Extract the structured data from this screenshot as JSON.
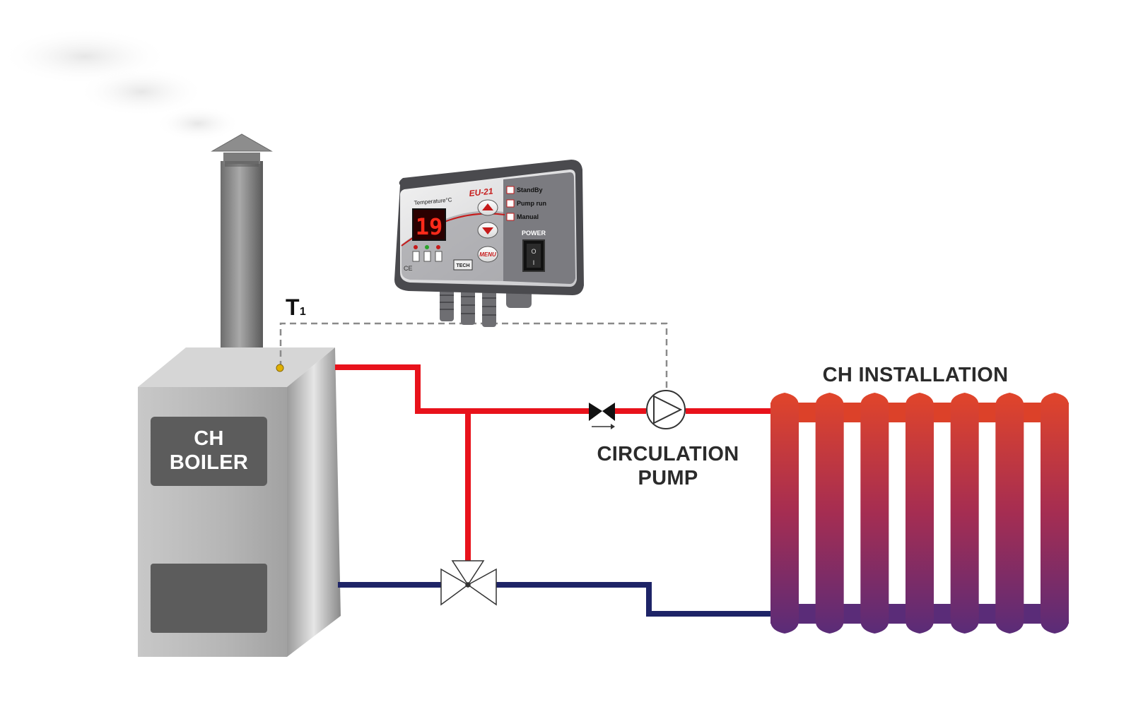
{
  "boiler": {
    "label_line1": "CH",
    "label_line2": "BOILER"
  },
  "sensor": {
    "label": "T",
    "subscript": "1"
  },
  "pump": {
    "label_line1": "CIRCULATION",
    "label_line2": "PUMP"
  },
  "radiator": {
    "label": "CH INSTALLATION"
  },
  "controller": {
    "brand": "EU-21",
    "temperature_label": "Temperature°C",
    "display_value": "19",
    "menu_label": "MENU",
    "standby_label": "StandBy",
    "pump_run_label": "Pump run",
    "manual_label": "Manual",
    "power_label": "POWER",
    "ce_label": "CE",
    "maker_label": "TECH",
    "switch_on": "I",
    "switch_off": "O"
  },
  "colors": {
    "supply_pipe": "#e8121b",
    "return_pipe": "#1e2467",
    "display_digits": "#ff2a1a",
    "sensor_wire": "#8a8a8a"
  }
}
